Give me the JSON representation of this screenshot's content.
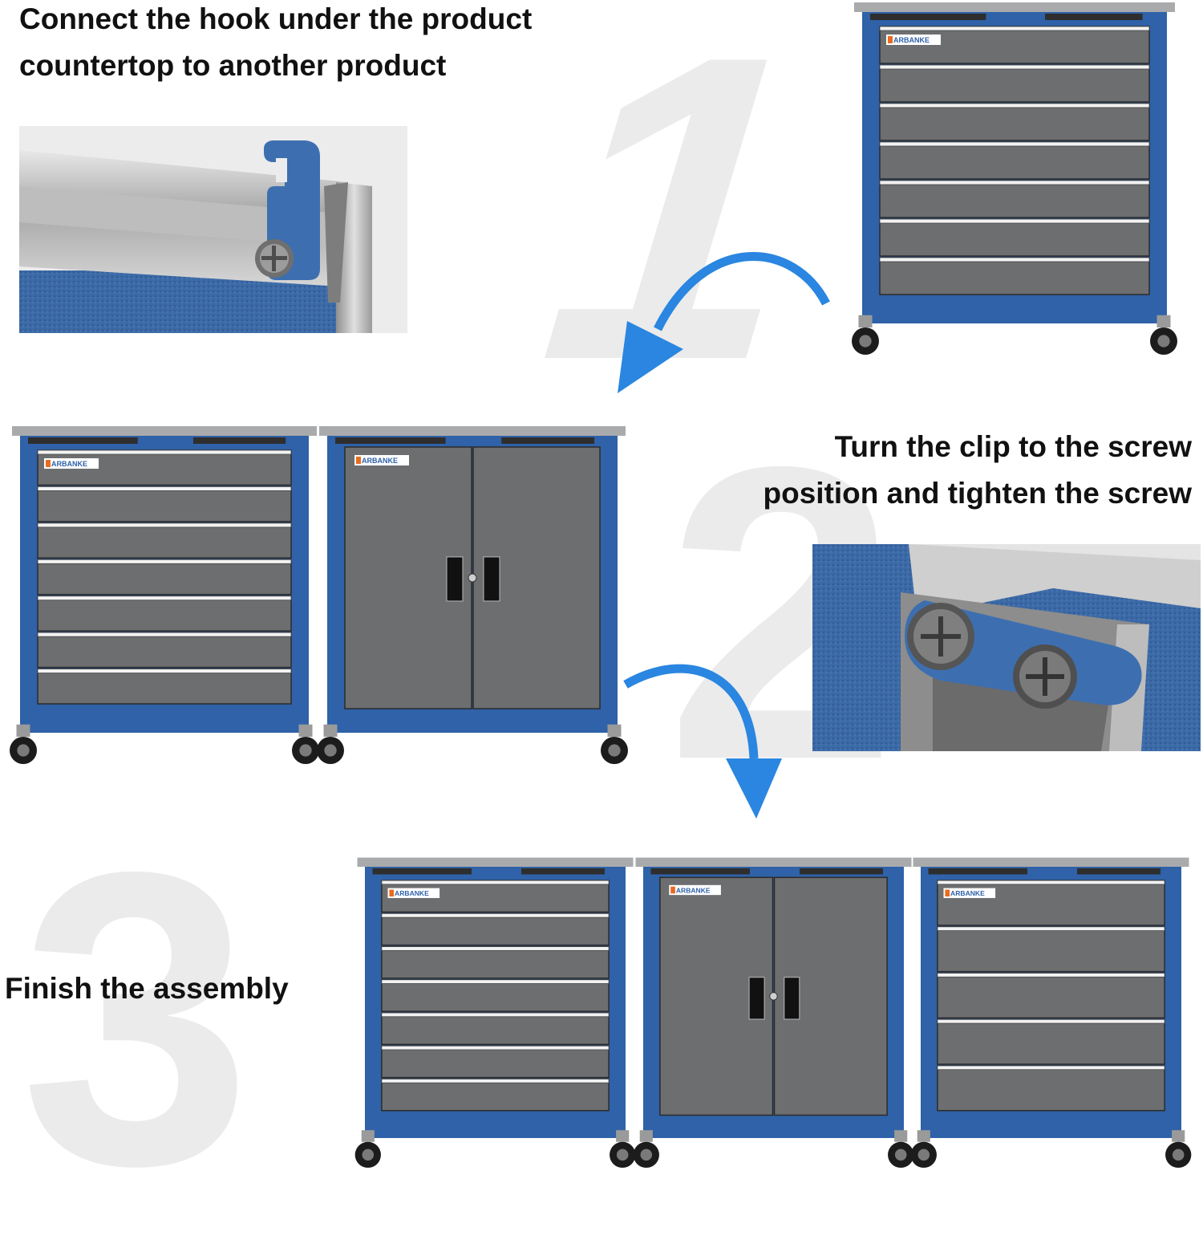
{
  "step1": {
    "number": "1",
    "line1": "Connect the hook under the product",
    "line2": "countertop to another product"
  },
  "step2": {
    "number": "2",
    "line1": "Turn the clip to the screw",
    "line2": "position and tighten the screw"
  },
  "step3": {
    "number": "3",
    "line1": "Finish the assembly"
  },
  "brand": "ARBANKE",
  "colors": {
    "cabinet_blue": "#2f62a8",
    "drawer_gray": "#6d6e70",
    "arrow_blue": "#2a86e0",
    "countertop": "#a9aaac"
  }
}
